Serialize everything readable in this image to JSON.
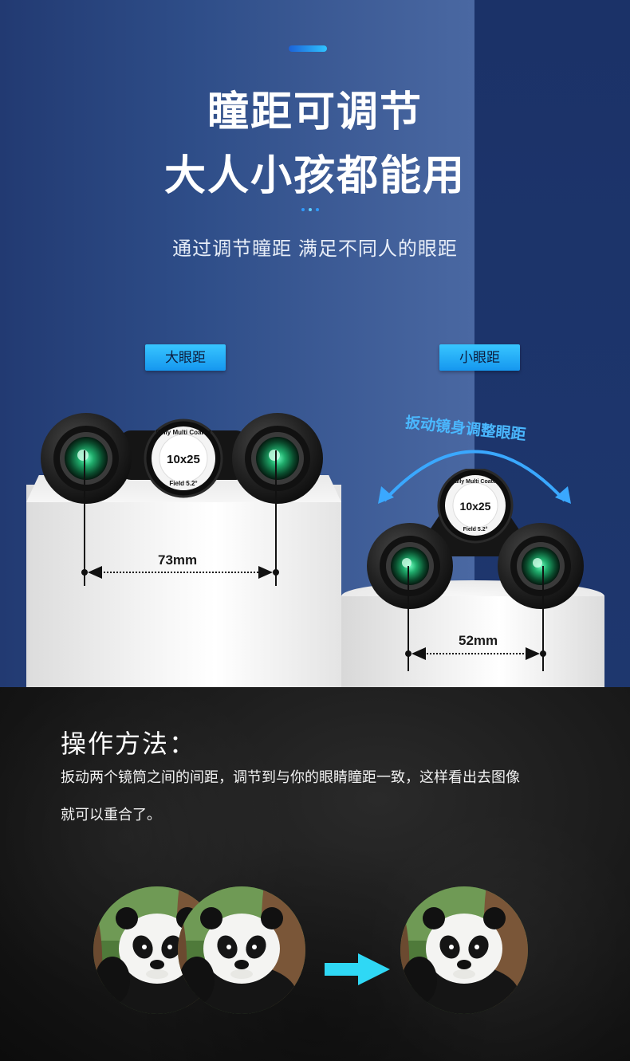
{
  "header": {
    "title_line1": "瞳距可调节",
    "title_line2": "大人小孩都能用",
    "subtitle": "通过调节瞳距 满足不同人的眼距"
  },
  "tags": {
    "big": "大眼距",
    "small": "小眼距"
  },
  "binocular_labels": {
    "model": "10x25",
    "arc_top": "Fully Multi Coated",
    "arc_bottom": "Field 5.2°"
  },
  "measurements": {
    "big_distance": "73mm",
    "small_distance": "52mm"
  },
  "rotate_hint": "扳动镜身调整眼距",
  "operation": {
    "title": "操作方法：",
    "desc_line1": "扳动两个镜筒之间的间距，调节到与你的眼睛瞳距一致，这样看出去图像",
    "desc_line2": "就可以重合了。"
  },
  "colors": {
    "accent": "#2fc3ff",
    "tag_bg": "#1597ef",
    "lens_green": "#1faa6a",
    "navy": "#1c3366"
  }
}
